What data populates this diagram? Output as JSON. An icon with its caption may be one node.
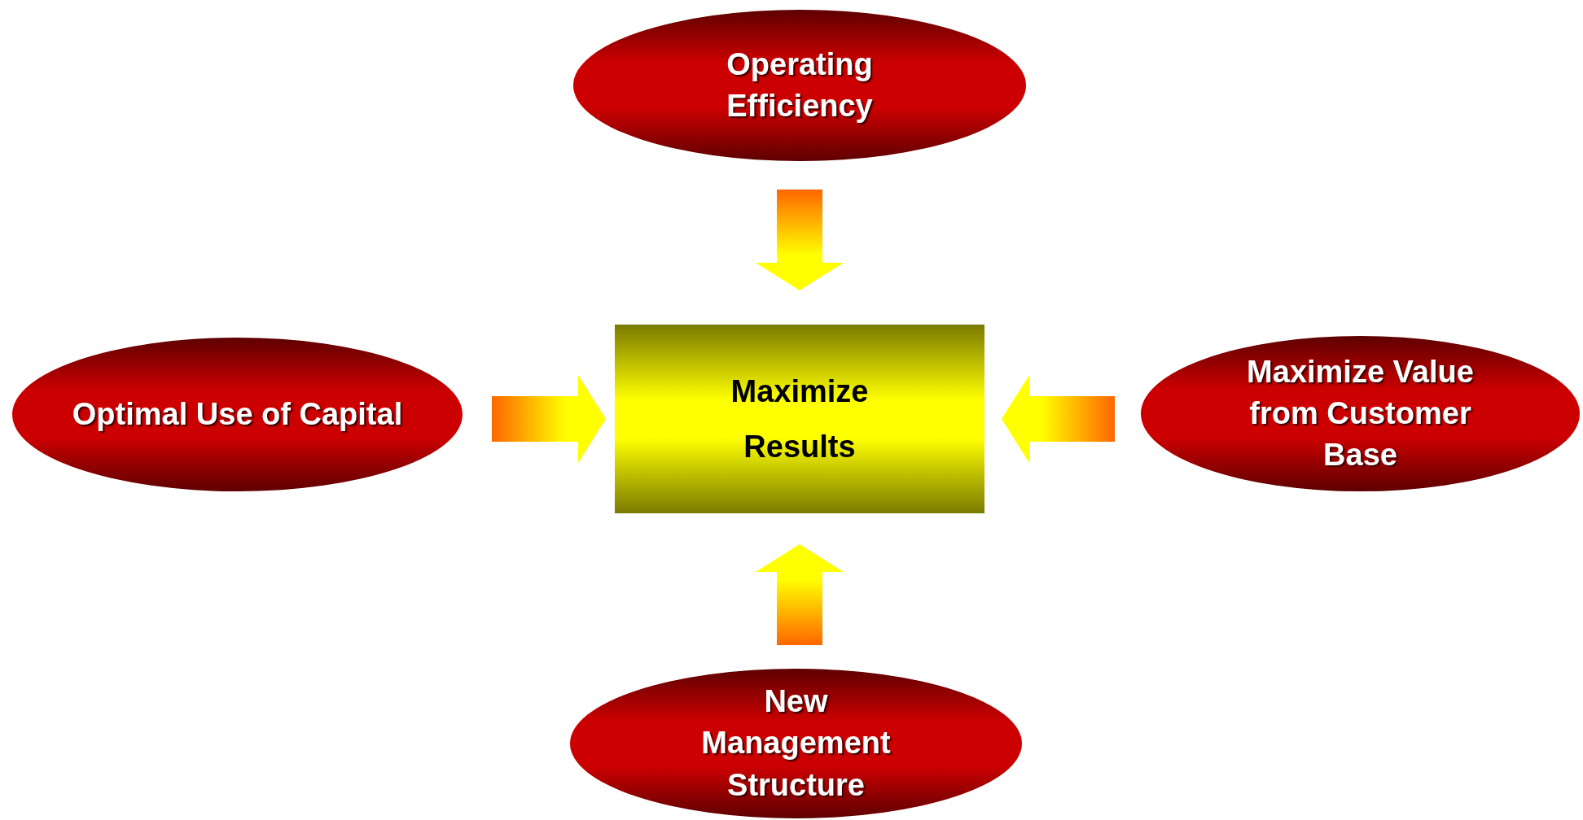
{
  "diagram": {
    "nodes": [
      {
        "text": [
          "Operating Efficiency"
        ]
      },
      {
        "text": [
          "Optimal Use of Capital"
        ]
      },
      {
        "text": [
          "Maximize Results"
        ]
      },
      {
        "text": [
          "Maximize Value from Customer Base"
        ]
      },
      {
        "text": [
          "New Management Structure"
        ]
      }
    ],
    "edges": [
      {
        "from": 0,
        "to": 2,
        "arrow": "to"
      },
      {
        "from": 1,
        "to": 2,
        "arrow": "to"
      },
      {
        "from": 3,
        "to": 2,
        "arrow": "to"
      },
      {
        "from": 4,
        "to": 2,
        "arrow": "to"
      }
    ]
  }
}
